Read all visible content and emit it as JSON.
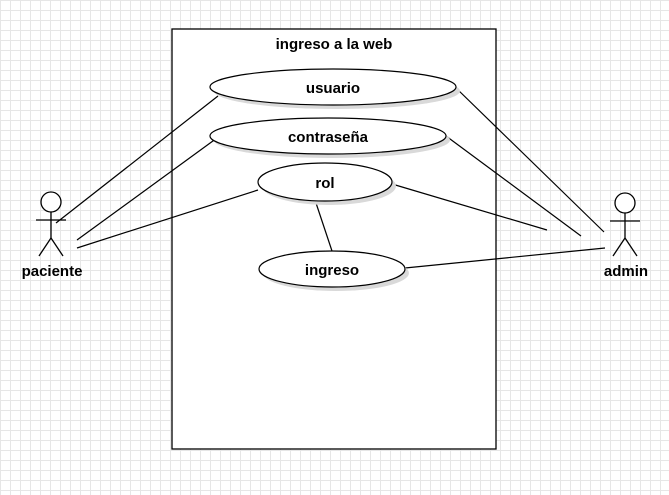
{
  "system": {
    "title": "ingreso a la web"
  },
  "actors": {
    "paciente": "paciente",
    "admin": "admin"
  },
  "use_cases": {
    "usuario": "usuario",
    "contrasena": "contraseña",
    "rol": "rol",
    "ingreso": "ingreso"
  },
  "colors": {
    "stroke": "#000000",
    "fill": "#ffffff",
    "grid": "#e6e6e6"
  }
}
